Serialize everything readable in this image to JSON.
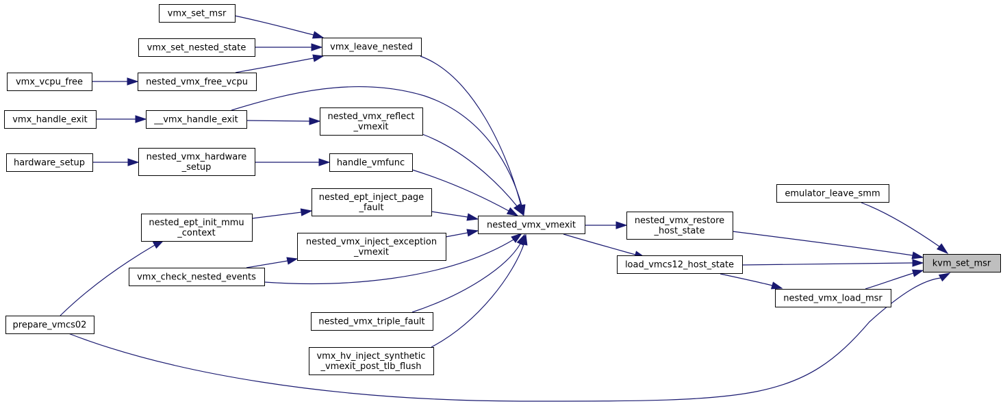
{
  "graph": {
    "nodes": {
      "kvm_set_msr": [
        "kvm_set_msr"
      ],
      "emulator_leave_smm": [
        "emulator_leave_smm"
      ],
      "nested_vmx_restore_host_state": [
        "nested_vmx_restore",
        "_host_state"
      ],
      "load_vmcs12_host_state": [
        "load_vmcs12_host_state"
      ],
      "nested_vmx_load_msr": [
        "nested_vmx_load_msr"
      ],
      "nested_vmx_vmexit": [
        "nested_vmx_vmexit"
      ],
      "vmx_leave_nested": [
        "vmx_leave_nested"
      ],
      "vmx_set_msr": [
        "vmx_set_msr"
      ],
      "vmx_set_nested_state": [
        "vmx_set_nested_state"
      ],
      "nested_vmx_free_vcpu": [
        "nested_vmx_free_vcpu"
      ],
      "vmx_vcpu_free": [
        "vmx_vcpu_free"
      ],
      "__vmx_handle_exit": [
        "__vmx_handle_exit"
      ],
      "vmx_handle_exit": [
        "vmx_handle_exit"
      ],
      "nested_vmx_reflect_vmexit": [
        "nested_vmx_reflect",
        "_vmexit"
      ],
      "handle_vmfunc": [
        "handle_vmfunc"
      ],
      "nested_vmx_hardware_setup": [
        "nested_vmx_hardware",
        "_setup"
      ],
      "hardware_setup": [
        "hardware_setup"
      ],
      "nested_ept_inject_page_fault": [
        "nested_ept_inject_page",
        "_fault"
      ],
      "nested_ept_init_mmu_context": [
        "nested_ept_init_mmu",
        "_context"
      ],
      "nested_vmx_inject_exception_vmexit": [
        "nested_vmx_inject_exception",
        "_vmexit"
      ],
      "vmx_check_nested_events": [
        "vmx_check_nested_events"
      ],
      "nested_vmx_triple_fault": [
        "nested_vmx_triple_fault"
      ],
      "vmx_hv_inject_synthetic_vmexit_post_tlb_flush": [
        "vmx_hv_inject_synthetic",
        "_vmexit_post_tlb_flush"
      ],
      "prepare_vmcs02": [
        "prepare_vmcs02"
      ]
    },
    "highlighted": "kvm_set_msr",
    "edges": [
      [
        "emulator_leave_smm",
        "kvm_set_msr"
      ],
      [
        "nested_vmx_restore_host_state",
        "kvm_set_msr"
      ],
      [
        "load_vmcs12_host_state",
        "kvm_set_msr"
      ],
      [
        "nested_vmx_load_msr",
        "kvm_set_msr"
      ],
      [
        "prepare_vmcs02",
        "kvm_set_msr"
      ],
      [
        "nested_vmx_vmexit",
        "nested_vmx_restore_host_state"
      ],
      [
        "nested_vmx_vmexit",
        "load_vmcs12_host_state"
      ],
      [
        "load_vmcs12_host_state",
        "nested_vmx_load_msr"
      ],
      [
        "vmx_leave_nested",
        "nested_vmx_vmexit"
      ],
      [
        "__vmx_handle_exit",
        "nested_vmx_vmexit"
      ],
      [
        "nested_vmx_reflect_vmexit",
        "nested_vmx_vmexit"
      ],
      [
        "handle_vmfunc",
        "nested_vmx_vmexit"
      ],
      [
        "nested_ept_inject_page_fault",
        "nested_vmx_vmexit"
      ],
      [
        "nested_vmx_inject_exception_vmexit",
        "nested_vmx_vmexit"
      ],
      [
        "vmx_check_nested_events",
        "nested_vmx_vmexit"
      ],
      [
        "nested_vmx_triple_fault",
        "nested_vmx_vmexit"
      ],
      [
        "vmx_hv_inject_synthetic_vmexit_post_tlb_flush",
        "nested_vmx_vmexit"
      ],
      [
        "vmx_set_msr",
        "vmx_leave_nested"
      ],
      [
        "vmx_set_nested_state",
        "vmx_leave_nested"
      ],
      [
        "nested_vmx_free_vcpu",
        "vmx_leave_nested"
      ],
      [
        "vmx_vcpu_free",
        "nested_vmx_free_vcpu"
      ],
      [
        "vmx_handle_exit",
        "__vmx_handle_exit"
      ],
      [
        "__vmx_handle_exit",
        "nested_vmx_reflect_vmexit"
      ],
      [
        "hardware_setup",
        "nested_vmx_hardware_setup"
      ],
      [
        "nested_vmx_hardware_setup",
        "handle_vmfunc"
      ],
      [
        "nested_ept_init_mmu_context",
        "nested_ept_inject_page_fault"
      ],
      [
        "vmx_check_nested_events",
        "nested_vmx_inject_exception_vmexit"
      ],
      [
        "prepare_vmcs02",
        "nested_ept_init_mmu_context"
      ]
    ]
  }
}
